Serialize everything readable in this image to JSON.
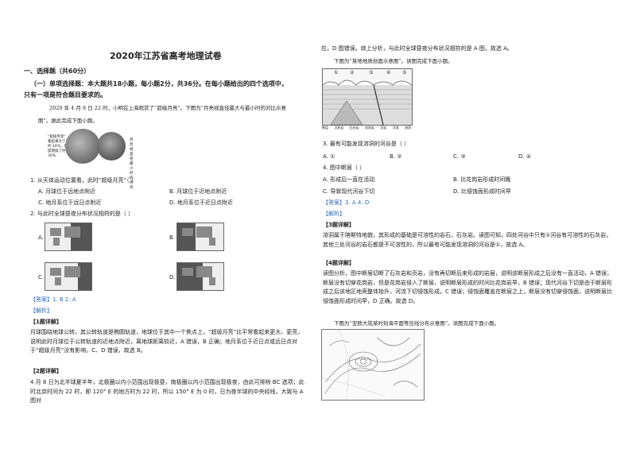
{
  "title": "2020年江苏省高考地理试卷",
  "section": "一、选择题（共60分）",
  "subsection": "（一）单项选择题：本大题共18小题，每小题2分，共36分。在每小题给出的四个选项中，",
  "subsection2": "只有一项是符合题目要求的。",
  "intro1": "2020 年 4 月 8 日 22 时，小明在上海观赏了“超级月亮”。下图为“月亮视直径最大与最小时的对比示意",
  "intro2": "图”。据此完成下面小题。",
  "moon_left": [
    "“超级月亮”",
    "看起来大了",
    "约 14%，亮",
    "度增加了约",
    "30%"
  ],
  "moon_right": [
    "月亮视直",
    "径最小",
    "时的",
    "月亮"
  ],
  "q1": "1. 从天体运动位置看，此时“超级月亮”（   ）",
  "q1_options": [
    "A. 月球位于远地点附近",
    "B. 月球位于近地点附近",
    "C. 地月系位于远日点附近",
    "D. 地月系位于近日点附近"
  ],
  "q2": "2. 与此时全球昼夜分布状况相符的是（   ）",
  "q2_labels": [
    "A.",
    "B.",
    "C.",
    "D."
  ],
  "answer12": "【答案】1. B    2. A",
  "analysis_label": "【解析】",
  "detail1_label": "【1题详解】",
  "detail1": "月球围绕地球公转，其公转轨道是椭圆轨道，地球位于其中一个焦点上，“超级月亮”比平常看起来更大、更亮，说明此时月球位于公转轨道的近地点附近，离地球距离较近，A 错误，B 正确；地月系位于近日点或远日点对于“超级月亮”没有影响，C、D 错误，故选 B。",
  "detail2_label": "【2题详解】",
  "detail2": "4 月 8 日为北半球夏半年，北极圈以内小范围出现极昼，南极圈以内小范围出现极夜，由此可排除 BC 选项；此时北京时间为 22 时，即 120° E 的地方时为 22 时，所以 150° E 为 0 时，日为夜半球的中央经线，大致与 A 图对",
  "r_top": "应，D 图错误。综上分析，与此时全球昼夜分布状况相符的是 A 图，故选 A。",
  "r_intro": "下图为“某地地质剖面示意图”。读图完成下面小题。",
  "section_numbers": [
    "①",
    "②",
    "③",
    "④",
    "⑤"
  ],
  "legend": [
    "断层",
    "沉积岩",
    "石灰岩",
    "花岗岩",
    "页岩",
    "河流",
    "溶洞"
  ],
  "q3": "3. 最有可能发现溶洞的河谷是（   ）",
  "q3_options": [
    "A. ①",
    "B. ②",
    "C. ③",
    "D. ④"
  ],
  "q4": "4. 图中断层（   ）",
  "q4_options": [
    "A. 形成后一直在活动",
    "B. 比花岗岩形成时间晚",
    "C. 导致现代河谷下切",
    "D. 比侵蚀面形成时间早"
  ],
  "answer34": "【答案】3. A    4. D",
  "r_analysis": "【解析】",
  "detail3_label": "【3题详解】",
  "detail3": "溶洞属于喀斯特地貌，其形成的基础是可溶性的岩石，石灰岩。读图可知，四处河谷中只有①河谷有可溶性的石灰岩，其他三处河谷的岩石都是不可溶性的，所以最有可能发现溶洞的河谷是①，故选 A。",
  "detail4_label": "【4题详解】",
  "detail4": "读图分析，图中断层切断了石灰岩和页岩，没有再切断后来形成的岩层，说明该断层形成之后没有一直活动，A 错误；断层没有切穿花岗岩，但是花岗岩侵入了断层，说明断层形成的时间比花岗岩早，B 错误；现代河谷下切是由于断层形成之后该地区地壳整体抬升，河流下切侵蚀形成，C 错误；侵蚀面覆盖在断层之上，断层没有切穿侵蚀面，说明断层比侵蚀面形成时间早，D 正确。故选 D。",
  "r_intro2": "下图为“亚欧大陆某时刻海平面等压线分布示意图”。读图完成下面小题。"
}
